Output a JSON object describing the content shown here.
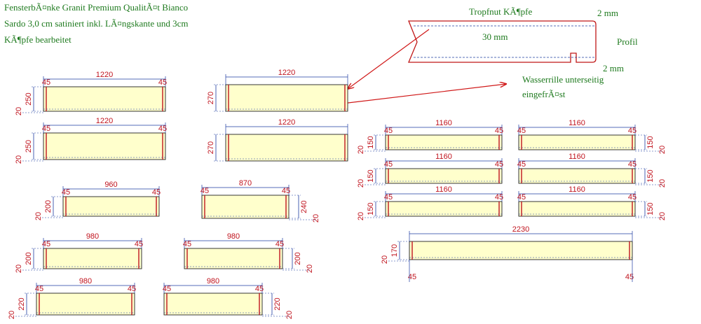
{
  "title_lines": [
    "FensterbÃ¤nke Granit Premium QualitÃ¤t Bianco",
    "Sardo 3,0 cm satiniert inkl. LÃ¤ngskante und 3cm",
    "KÃ¶pfe bearbeitet"
  ],
  "profile": {
    "tropfnut_label": "Tropfnut KÃ¶pfe",
    "top_dim": "2 mm",
    "thickness": "30 mm",
    "profil_label": "Profil",
    "bottom_dim": "2 mm",
    "wasserrille_line1": "Wasserrille unterseitig",
    "wasserrille_line2": "eingefrÃ¤st"
  },
  "colors": {
    "panel_fill": "#ffffcc",
    "dimension_line": "#1e3ca0",
    "dimension_text": "#c0141e",
    "note_text": "#1e7a1e",
    "arrow": "#d01818"
  },
  "pieces": [
    {
      "width": "1220",
      "depth": "250",
      "nose": "20",
      "left_head": "45",
      "right_head": "45"
    },
    {
      "width": "1220",
      "depth": "250",
      "nose": "20",
      "left_head": "45",
      "right_head": "45"
    },
    {
      "width": "1220",
      "depth": "270",
      "nose": "",
      "left_head": "",
      "right_head": ""
    },
    {
      "width": "1220",
      "depth": "270",
      "nose": "",
      "left_head": "",
      "right_head": ""
    },
    {
      "width": "960",
      "depth": "200",
      "nose": "20",
      "left_head": "45",
      "right_head": "45"
    },
    {
      "width": "870",
      "depth": "240",
      "nose": "20",
      "left_head": "45",
      "right_head": "45"
    },
    {
      "width": "980",
      "depth": "200",
      "nose": "20",
      "left_head": "45",
      "right_head": "45"
    },
    {
      "width": "980",
      "depth": "200",
      "nose": "20",
      "left_head": "45",
      "right_head": "45"
    },
    {
      "width": "980",
      "depth": "220",
      "nose": "20",
      "left_head": "45",
      "right_head": "45"
    },
    {
      "width": "980",
      "depth": "220",
      "nose": "20",
      "left_head": "45",
      "right_head": "45"
    },
    {
      "width": "1160",
      "depth": "150",
      "nose": "20",
      "left_head": "45",
      "right_head": "45"
    },
    {
      "width": "1160",
      "depth": "150",
      "nose": "20",
      "left_head": "45",
      "right_head": "45"
    },
    {
      "width": "1160",
      "depth": "150",
      "nose": "20",
      "left_head": "45",
      "right_head": "45"
    },
    {
      "width": "1160",
      "depth": "150",
      "nose": "20",
      "left_head": "45",
      "right_head": "45"
    },
    {
      "width": "1160",
      "depth": "150",
      "nose": "20",
      "left_head": "45",
      "right_head": "45"
    },
    {
      "width": "1160",
      "depth": "150",
      "nose": "20",
      "left_head": "45",
      "right_head": "45"
    },
    {
      "width": "2230",
      "depth": "170",
      "nose": "20",
      "left_head": "45",
      "right_head": "45"
    }
  ]
}
